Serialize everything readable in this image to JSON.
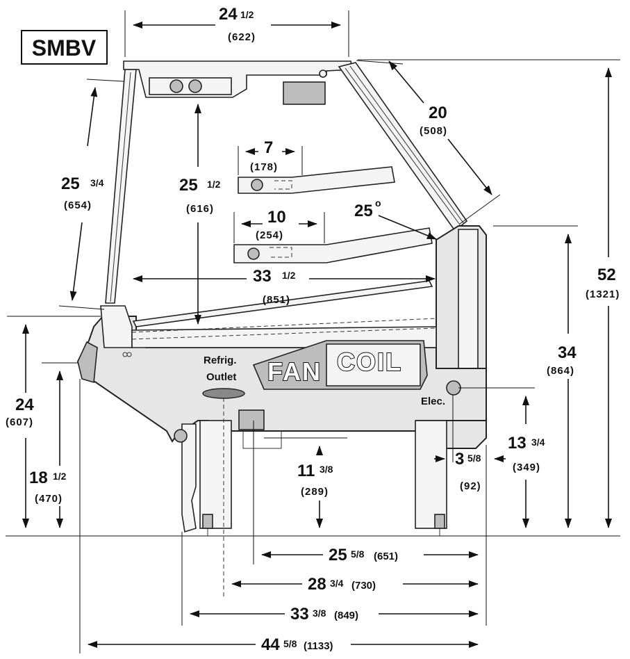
{
  "model": "SMBV",
  "labels": {
    "fan": "FAN",
    "coil": "COIL",
    "refrig_line1": "Refrig.",
    "refrig_line2": "Outlet",
    "elec": "Elec.",
    "angle": "25",
    "angle_deg": "o"
  },
  "dims": {
    "top_width": {
      "whole": "24",
      "frac": "1/2",
      "metric": "(622)"
    },
    "glass": {
      "whole": "20",
      "frac": "",
      "metric": "(508)"
    },
    "shelf_upper": {
      "whole": "7",
      "frac": "",
      "metric": "(178)"
    },
    "shelf_lower": {
      "whole": "10",
      "frac": "",
      "metric": "(254)"
    },
    "front_glass": {
      "whole": "25",
      "frac": "3/4",
      "metric": "(654)"
    },
    "clearance": {
      "whole": "25",
      "frac": "1/2",
      "metric": "(616)"
    },
    "depth_inner": {
      "whole": "33",
      "frac": "1/2",
      "metric": "(851)"
    },
    "height_total": {
      "whole": "52",
      "frac": "",
      "metric": "(1321)"
    },
    "height_rear": {
      "whole": "34",
      "frac": "",
      "metric": "(864)"
    },
    "height_front": {
      "whole": "24",
      "frac": "",
      "metric": "(607)"
    },
    "height_bump": {
      "whole": "18",
      "frac": "1/2",
      "metric": "(470)"
    },
    "refrig_h": {
      "whole": "11",
      "frac": "3/8",
      "metric": "(289)"
    },
    "elec_h": {
      "whole": "13",
      "frac": "3/4",
      "metric": "(349)"
    },
    "elec_off": {
      "whole": "3",
      "frac": "5/8",
      "metric": "(92)"
    },
    "d1": {
      "whole": "25",
      "frac": "5/8",
      "metric": "(651)"
    },
    "d2": {
      "whole": "28",
      "frac": "3/4",
      "metric": "(730)"
    },
    "d3": {
      "whole": "33",
      "frac": "3/8",
      "metric": "(849)"
    },
    "d4": {
      "whole": "44",
      "frac": "5/8",
      "metric": "(1133)"
    }
  }
}
